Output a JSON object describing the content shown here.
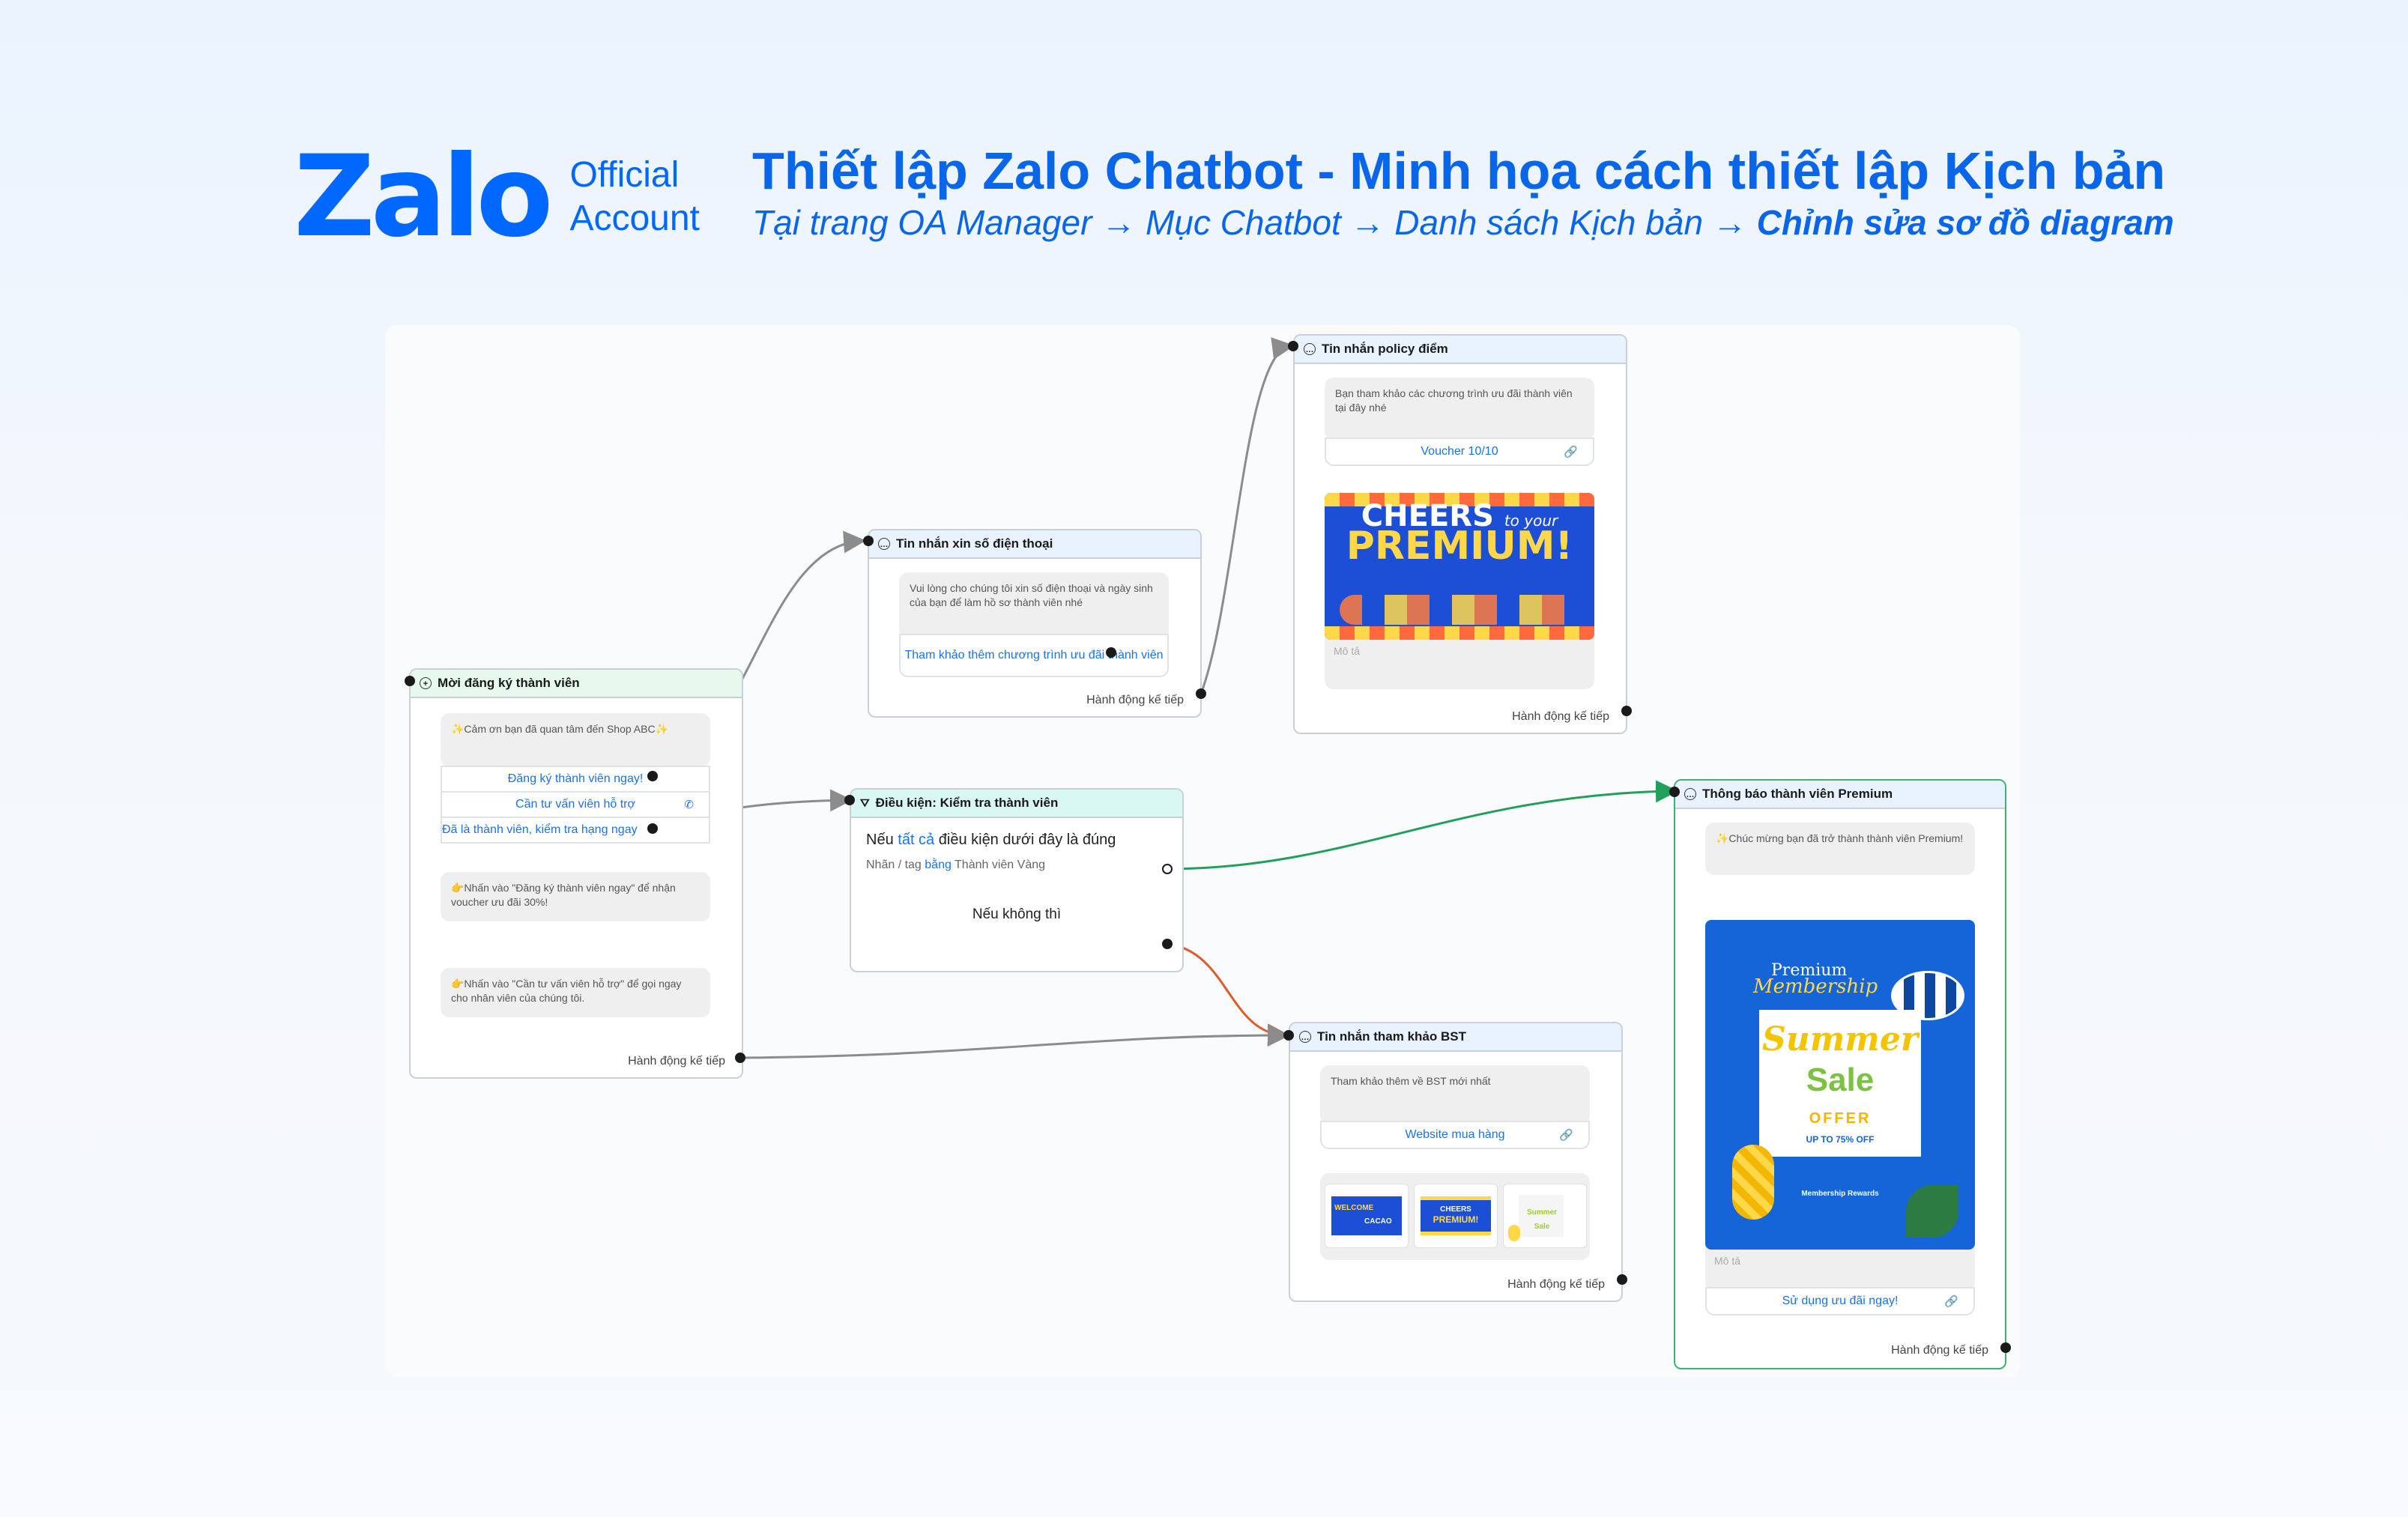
{
  "logo": {
    "brand": "Zalo",
    "line1": "Official",
    "line2": "Account"
  },
  "header": {
    "title": "Thiết lập Zalo Chatbot - Minh họa cách thiết lập Kịch bản",
    "breadcrumb": "Tại trang OA Manager → Mục Chatbot → Danh sách Kịch bản → ",
    "breadcrumb_bold": "Chỉnh sửa sơ đồ diagram"
  },
  "next_label": "Hành động kế tiếp",
  "desc_placeholder": "Mô tả",
  "nodes": {
    "invite": {
      "title": "Mời đăng ký thành viên",
      "greeting": "✨Cảm ơn bạn đã quan tâm đến Shop ABC✨",
      "buttons": [
        "Đăng ký thành viên ngay!",
        "Cần tư vấn viên hỗ trợ",
        "Đã là thành viên, kiểm tra hạng ngay"
      ],
      "note1": "👉Nhấn vào \"Đăng ký thành viên ngay\" để nhận voucher ưu đãi 30%!",
      "note2": "👉Nhấn vào \"Cần tư vấn viên hỗ trợ\" để gọi ngay cho nhân viên của chúng tôi."
    },
    "phone": {
      "title": "Tin nhắn xin số điện thoại",
      "text": "Vui lòng cho chúng tôi xin số điện thoại và ngày sinh của bạn để làm hồ sơ thành viên nhé",
      "button": "Tham khảo thêm chương trình ưu đãi thành viên"
    },
    "policy": {
      "title": "Tin nhắn policy điểm",
      "text": "Bạn tham khảo các chương trình ưu đãi thành viên tại đây nhé",
      "button": "Voucher 10/10",
      "image_line1": "CHEERS",
      "image_line1b": "to your",
      "image_line2": "PREMIUM!"
    },
    "condition": {
      "title": "Điều kiện: Kiểm tra thành viên",
      "if_prefix": "Nếu",
      "if_all": "tất cả",
      "if_suffix": "điều kiện dưới đây là đúng",
      "tag_prefix": "Nhãn / tag",
      "tag_op": "bằng",
      "tag_value": "Thành viên Vàng",
      "else": "Nếu không thì"
    },
    "bst": {
      "title": "Tin nhắn tham khảo BST",
      "text": "Tham khảo thêm về BST mới nhất",
      "button": "Website mua hàng",
      "thumb1": "WELCOME",
      "thumb1b": "CACAO",
      "thumb2": "CHEERS",
      "thumb2b": "PREMIUM!",
      "thumb3": "Summer Sale"
    },
    "premium": {
      "title": "Thông báo thành viên Premium",
      "text": "✨Chúc mừng bạn đã trở thành thành viên Premium!",
      "button": "Sử dụng ưu đãi ngay!",
      "img_premium": "Premium",
      "img_membership": "Membership",
      "img_summer": "Summer",
      "img_sale": "Sale",
      "img_offer": "OFFER",
      "img_upto": "UP TO 75% OFF",
      "img_rewards": "Membership Rewards"
    }
  },
  "colors": {
    "brand": "#0068ff",
    "yes_link": "#22a05b",
    "no_link": "#e05a2b",
    "default_link": "#8c8c8c"
  }
}
